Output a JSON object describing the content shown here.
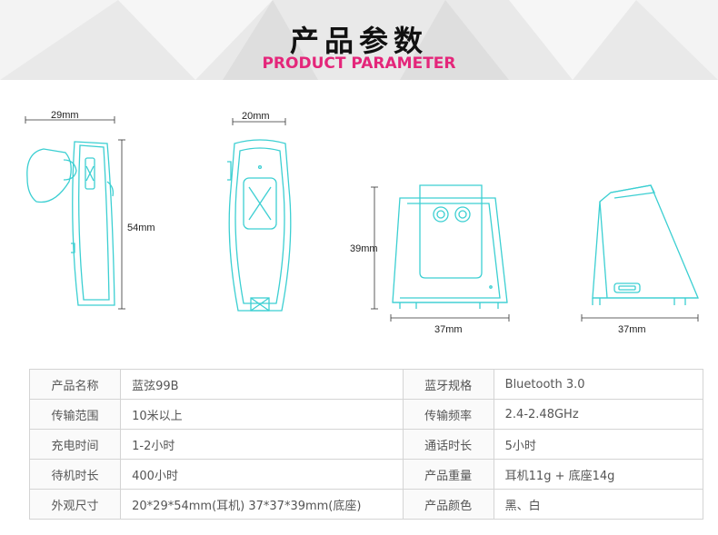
{
  "header": {
    "title_cn": "产品参数",
    "title_en": "PRODUCT PARAMETER"
  },
  "dimensions": {
    "side_width": "29mm",
    "side_height": "54mm",
    "front_width": "20mm",
    "base_height": "39mm",
    "base_width": "37mm",
    "base_side_width": "37mm"
  },
  "colors": {
    "outline": "#3ccfd2",
    "title_en": "#e4267a",
    "header_bg": "#e9e9e9"
  },
  "spec_rows": [
    {
      "label1": "产品名称",
      "value1": "蓝弦99B",
      "label2": "蓝牙规格",
      "value2": "Bluetooth 3.0"
    },
    {
      "label1": "传输范围",
      "value1": "10米以上",
      "label2": "传输频率",
      "value2": "2.4-2.48GHz"
    },
    {
      "label1": "充电时间",
      "value1": "1-2小时",
      "label2": "通话时长",
      "value2": "5小时"
    },
    {
      "label1": "待机时长",
      "value1": "400小时",
      "label2": "产品重量",
      "value2": "耳机11g + 底座14g"
    },
    {
      "label1": "外观尺寸",
      "value1": "20*29*54mm(耳机) 37*37*39mm(底座)",
      "label2": "产品颜色",
      "value2": "黑、白"
    }
  ]
}
